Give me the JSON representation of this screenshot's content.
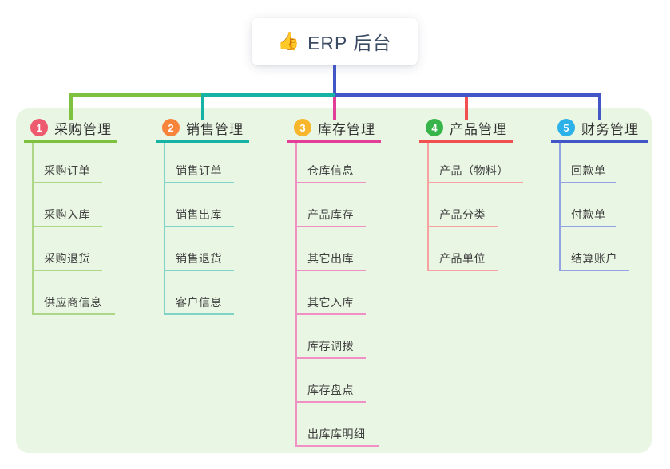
{
  "root": {
    "icon": "👍",
    "label": "ERP 后台",
    "line_color": "#4356c5"
  },
  "panel": {
    "background": "#e9f6e3"
  },
  "branches": [
    {
      "number": "1",
      "label": "采购管理",
      "badge_color": "#ee5b6e",
      "line_color": "#7ec13e",
      "child_line_color": "#aed687",
      "children": [
        "采购订单",
        "采购入库",
        "采购退货",
        "供应商信息"
      ]
    },
    {
      "number": "2",
      "label": "销售管理",
      "badge_color": "#f8833b",
      "line_color": "#16b3a5",
      "child_line_color": "#7fd3c9",
      "children": [
        "销售订单",
        "销售出库",
        "销售退货",
        "客户信息"
      ]
    },
    {
      "number": "3",
      "label": "库存管理",
      "badge_color": "#f8b62c",
      "line_color": "#e23e97",
      "child_line_color": "#f090c4",
      "children": [
        "仓库信息",
        "产品库存",
        "其它出库",
        "其它入库",
        "库存调拨",
        "库存盘点",
        "出库库明细"
      ]
    },
    {
      "number": "4",
      "label": "产品管理",
      "badge_color": "#38b54a",
      "line_color": "#f25050",
      "child_line_color": "#f7a1a1",
      "children": [
        "产品（物料）",
        "产品分类",
        "产品单位"
      ]
    },
    {
      "number": "5",
      "label": "财务管理",
      "badge_color": "#2cb1e9",
      "line_color": "#4356c5",
      "child_line_color": "#92a2e2",
      "children": [
        "回款单",
        "付款单",
        "结算账户"
      ]
    }
  ]
}
